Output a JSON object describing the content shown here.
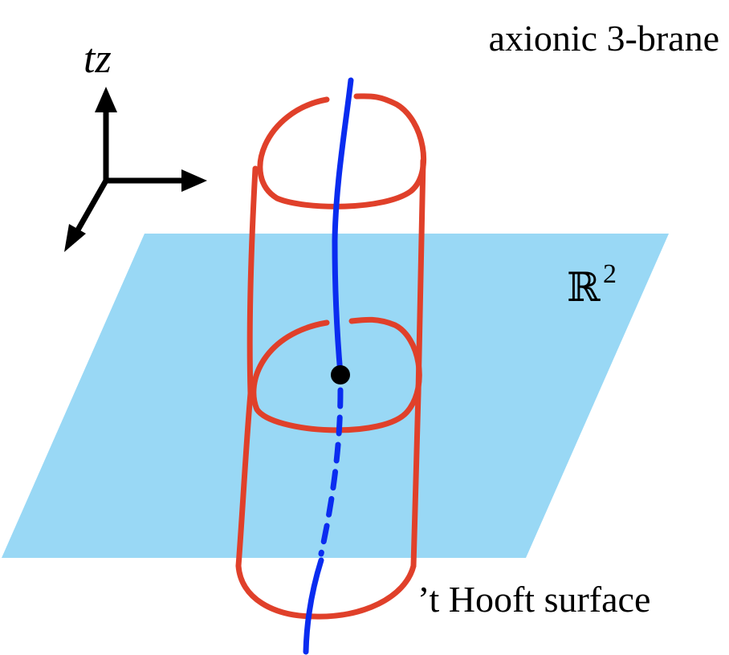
{
  "labels": {
    "axis": "tz",
    "brane": "axionic 3-brane",
    "plane_symbol": "ℝ",
    "plane_exponent": "2",
    "surface": "’t Hooft surface"
  },
  "colors": {
    "plane": "#99d8f5",
    "surface": "#e0402a",
    "brane": "#0a2cf0",
    "axes": "#000000",
    "point": "#000000"
  },
  "icons": {
    "axes": "coordinate-axes-icon",
    "point": "intersection-point-icon"
  }
}
